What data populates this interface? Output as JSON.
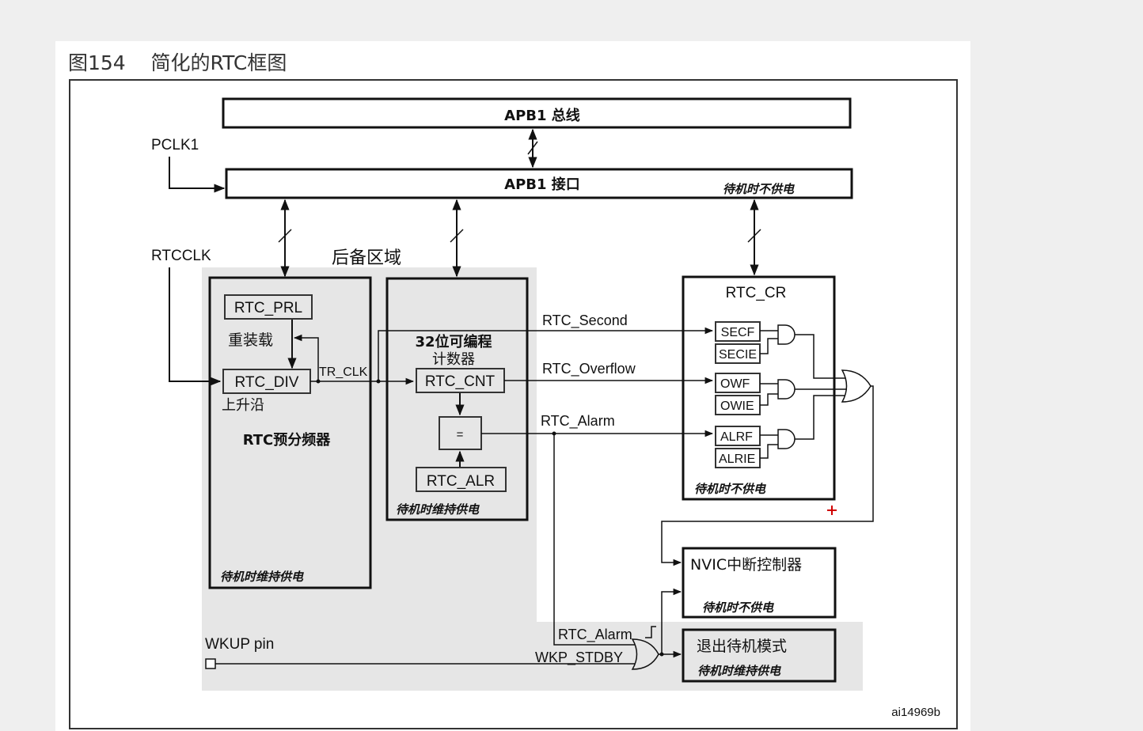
{
  "figure": {
    "number": "图154",
    "title": "简化的RTC框图",
    "id_label": "ai14969b"
  },
  "buses": {
    "apb1_bus": "APB1 总线",
    "apb1_interface": "APB1 接口",
    "apb1_interface_power": "待机时不供电"
  },
  "clocks": {
    "pclk1": "PCLK1",
    "rtcclk": "RTCCLK"
  },
  "backup_domain": {
    "label": "后备区域"
  },
  "prescaler_block": {
    "rtc_prl": "RTC_PRL",
    "reload": "重装载",
    "rtc_div": "RTC_DIV",
    "rising_edge": "上升沿",
    "name": "RTC预分频器",
    "power": "待机时维持供电",
    "tr_clk": "TR_CLK"
  },
  "counter_block": {
    "name_line1": "32位可编程",
    "name_line2": "计数器",
    "rtc_cnt": "RTC_CNT",
    "compare": "=",
    "rtc_alr": "RTC_ALR",
    "power": "待机时维持供电"
  },
  "signals": {
    "rtc_second": "RTC_Second",
    "rtc_overflow": "RTC_Overflow",
    "rtc_alarm": "RTC_Alarm",
    "rtc_alarm_2": "RTC_Alarm",
    "wkp_stdby": "WKP_STDBY",
    "wkup_pin": "WKUP pin"
  },
  "rtc_cr_block": {
    "name": "RTC_CR",
    "secf": "SECF",
    "secie": "SECIE",
    "owf": "OWF",
    "owie": "OWIE",
    "alrf": "ALRF",
    "alrie": "ALRIE",
    "power": "待机时不供电"
  },
  "nvic_block": {
    "name": "NVIC中断控制器",
    "power": "待机时不供电"
  },
  "standby_block": {
    "name": "退出待机模式",
    "power": "待机时维持供电"
  },
  "colors": {
    "backup_region_fill": "#e6e6e6",
    "marker": "#d00000"
  }
}
